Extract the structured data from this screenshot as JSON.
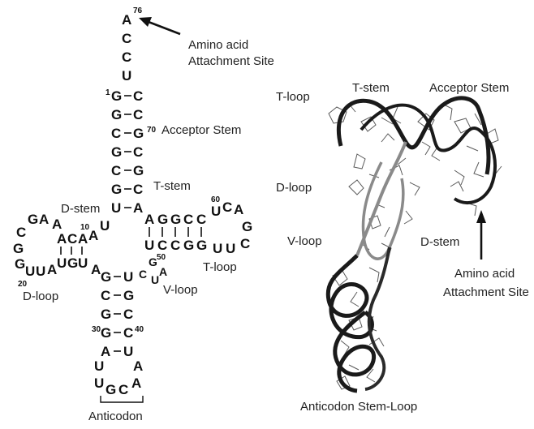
{
  "secondary_structure": {
    "acceptor_tail": [
      "A",
      "C",
      "C",
      "U"
    ],
    "acceptor_stem": [
      [
        "G",
        "C"
      ],
      [
        "G",
        "C"
      ],
      [
        "C",
        "G"
      ],
      [
        "G",
        "C"
      ],
      [
        "C",
        "G"
      ],
      [
        "G",
        "C"
      ],
      [
        "U",
        "A"
      ]
    ],
    "anticodon_stem": [
      [
        "G",
        "U"
      ],
      [
        "C",
        "G"
      ],
      [
        "G",
        "C"
      ],
      [
        "G",
        "C"
      ],
      [
        "A",
        "U"
      ]
    ],
    "anticodon_loop": [
      "U",
      "U",
      "G",
      "C",
      "A",
      "A"
    ],
    "d_stem_top": [
      "A",
      "C",
      "A"
    ],
    "d_stem_bottom": [
      "U",
      "G",
      "U"
    ],
    "d_loop": [
      "G",
      "A",
      "A",
      "G",
      "G",
      "U",
      "U",
      "A"
    ],
    "t_stem_top": [
      "A",
      "G",
      "G",
      "C",
      "C"
    ],
    "t_stem_bottom": [
      "U",
      "C",
      "C",
      "G",
      "G"
    ],
    "t_loop": [
      "U",
      "C",
      "A",
      "G",
      "C",
      "U",
      "U"
    ],
    "v_loop": [
      "C",
      "U",
      "A",
      "G"
    ],
    "numbers": [
      "76",
      "1",
      "70",
      "60",
      "50",
      "10",
      "20",
      "30",
      "40"
    ]
  },
  "labels": {
    "amino_acid_attachment_left": [
      "Amino acid",
      "Attachment Site"
    ],
    "acceptor_stem_left": "Acceptor Stem",
    "t_stem_left": "T-stem",
    "d_stem_left": "D-stem",
    "t_loop_left": "T-loop",
    "v_loop_left": "V-loop",
    "d_loop_left": "D-loop",
    "anticodon_left": "Anticodon",
    "t_loop_right": "T-loop",
    "t_stem_right": "T-stem",
    "acceptor_stem_right": "Acceptor Stem",
    "d_loop_right": "D-loop",
    "v_loop_right": "V-loop",
    "d_stem_right": "D-stem",
    "amino_acid_attachment_right": [
      "Amino acid",
      "Attachment Site"
    ],
    "anticodon_stem_loop_right": "Anticodon Stem-Loop"
  },
  "colors": {
    "text": "#111111",
    "ribbon_dark": "#1a1a1a",
    "ribbon_gray": "#8a8a8a",
    "atoms": "#555555"
  }
}
